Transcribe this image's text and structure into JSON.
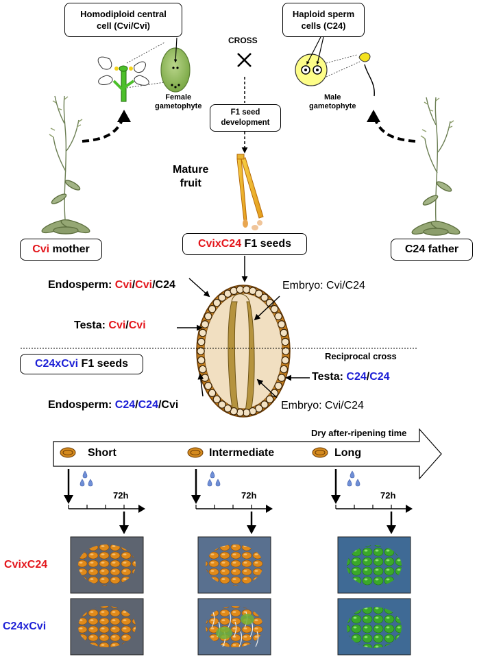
{
  "top": {
    "central_cell_box": [
      "Homodiploid central",
      "cell (Cvi/Cvi)"
    ],
    "sperm_box": [
      "Haploid sperm",
      "cells (C24)"
    ],
    "cross": "CROSS",
    "female_gametophyte": [
      "Female",
      "gametophyte"
    ],
    "male_gametophyte": [
      "Male",
      "gametophyte"
    ],
    "f1_seed_dev": [
      "F1 seed",
      "development"
    ],
    "mature_fruit": [
      "Mature",
      "fruit"
    ],
    "mother": {
      "genotype": "Cvi",
      "word": " mother"
    },
    "father": "C24 father",
    "f1_seeds": {
      "genotype": "CvixC24",
      "word": " F1 seeds"
    }
  },
  "seed": {
    "endosperm_top": {
      "label": "Endosperm: ",
      "a": "Cvi",
      "s1": "/",
      "b": "Cvi",
      "s2": "/",
      "c": "C24"
    },
    "testa_top": {
      "label": "Testa: ",
      "a": "Cvi",
      "s": "/",
      "b": "Cvi"
    },
    "embryo_top": "Embryo: Cvi/C24",
    "reciprocal": "Reciprocal cross",
    "recip_seeds": {
      "genotype": "C24xCvi",
      "word": " F1 seeds"
    },
    "testa_bottom": {
      "label": "Testa: ",
      "a": "C24",
      "s": "/",
      "b": "C24"
    },
    "endosperm_bottom": {
      "label": "Endosperm: ",
      "a": "C24",
      "s1": "/",
      "b": "C24",
      "s2": "/",
      "c": "Cvi"
    },
    "embryo_bottom": "Embryo: Cvi/C24"
  },
  "timeline": {
    "title": "Dry after-ripening time",
    "stages": [
      "Short",
      "Intermediate",
      "Long"
    ],
    "hours": "72h"
  },
  "rows": [
    {
      "label": "CvixC24",
      "color": "#e3151b"
    },
    {
      "label": "C24xCvi",
      "color": "#1c1fd6"
    }
  ],
  "colors": {
    "red": "#e3151b",
    "blue": "#1c1fd6",
    "seed_coat": "#d48a1e",
    "endosperm": "#f1dfc1"
  }
}
